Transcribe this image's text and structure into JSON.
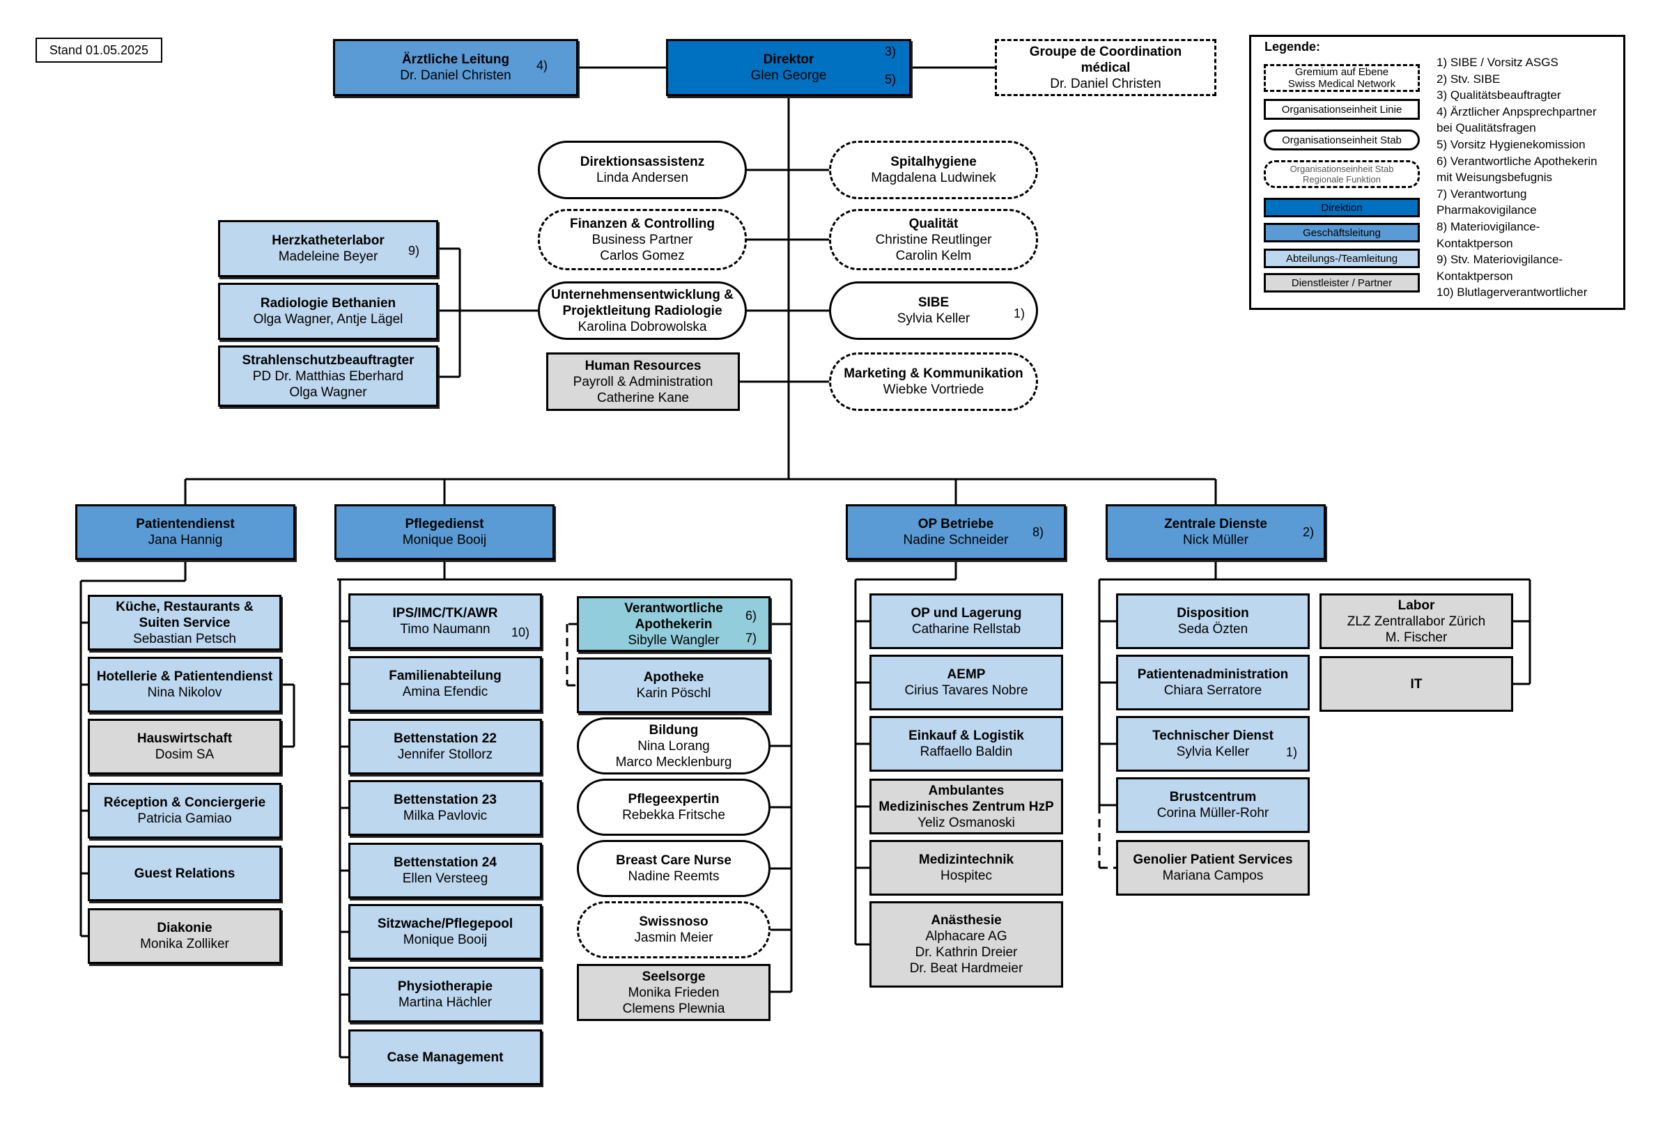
{
  "colors": {
    "direktion": "#0070C0",
    "geschaeftsleitung": "#5B9BD5",
    "abteilung": "#BDD7EE",
    "dienstleister": "#D9D9D9",
    "apotheke_head": "#92CDDC"
  },
  "stand": "Stand 01.05.2025",
  "top": {
    "aerztliche": {
      "title": "Ärztliche Leitung",
      "lines": [
        "Dr. Daniel Christen"
      ],
      "note": "4)"
    },
    "direktor": {
      "title": "Direktor",
      "lines": [
        "Glen George"
      ],
      "note1": "3)",
      "note2": "5)"
    },
    "groupe": {
      "title_lines": [
        "Groupe de Coordination",
        "médical"
      ],
      "lines": [
        "Dr. Daniel Christen"
      ]
    }
  },
  "staff": {
    "direktionsassistenz": {
      "title": "Direktionsassistenz",
      "lines": [
        "Linda Andersen"
      ]
    },
    "finanzen": {
      "title": "Finanzen & Controlling",
      "lines": [
        "Business Partner",
        "Carlos Gomez"
      ]
    },
    "unternehmensentwicklung": {
      "title_lines": [
        "Unternehmensentwicklung &",
        "Projektleitung Radiologie"
      ],
      "lines": [
        "Karolina Dobrowolska"
      ]
    },
    "hr": {
      "title": "Human Resources",
      "lines": [
        "Payroll & Administration",
        "Catherine Kane"
      ]
    },
    "spitalhygiene": {
      "title": "Spitalhygiene",
      "lines": [
        "Magdalena Ludwinek"
      ]
    },
    "qualitaet": {
      "title": "Qualität",
      "lines": [
        "Christine Reutlinger",
        "Carolin Kelm"
      ]
    },
    "sibe": {
      "title": "SIBE",
      "lines": [
        "Sylvia Keller"
      ],
      "note": "1)"
    },
    "marketing": {
      "title": "Marketing & Kommunikation",
      "lines": [
        "Wiebke Vortriede"
      ]
    }
  },
  "radiologie": {
    "herzkatheter": {
      "title": "Herzkatheterlabor",
      "lines": [
        "Madeleine Beyer"
      ],
      "note": "9)"
    },
    "bethanien": {
      "title": "Radiologie Bethanien",
      "lines": [
        "Olga Wagner, Antje Lägel"
      ]
    },
    "strahlenschutz": {
      "title": "Strahlenschutzbeauftragter",
      "lines": [
        "PD Dr. Matthias Eberhard",
        "Olga Wagner"
      ]
    }
  },
  "divisions": {
    "patientendienst": {
      "title": "Patientendienst",
      "lines": [
        "Jana Hannig"
      ]
    },
    "pflegedienst": {
      "title": "Pflegedienst",
      "lines": [
        "Monique Booij"
      ]
    },
    "op": {
      "title": "OP Betriebe",
      "lines": [
        "Nadine Schneider"
      ],
      "note": "8)"
    },
    "zentrale": {
      "title": "Zentrale Dienste",
      "lines": [
        "Nick Müller"
      ],
      "note": "2)"
    }
  },
  "patientendienst": [
    {
      "title_lines": [
        "Küche, Restaurants &",
        "Suiten Service"
      ],
      "lines": [
        "Sebastian Petsch"
      ]
    },
    {
      "title": "Hotellerie & Patientendienst",
      "lines": [
        "Nina Nikolov"
      ]
    },
    {
      "title": "Hauswirtschaft",
      "lines": [
        "Dosim SA"
      ]
    },
    {
      "title": "Réception & Conciergerie",
      "lines": [
        "Patricia Gamiao"
      ]
    },
    {
      "title": "Guest Relations",
      "lines": []
    },
    {
      "title": "Diakonie",
      "lines": [
        "Monika Zolliker"
      ]
    }
  ],
  "pflege_left": [
    {
      "title": "IPS/IMC/TK/AWR",
      "lines": [
        "Timo Naumann"
      ],
      "note": "10)"
    },
    {
      "title": "Familienabteilung",
      "lines": [
        "Amina Efendic"
      ]
    },
    {
      "title": "Bettenstation 22",
      "lines": [
        "Jennifer Stollorz"
      ]
    },
    {
      "title": "Bettenstation 23",
      "lines": [
        "Milka Pavlovic"
      ]
    },
    {
      "title": "Bettenstation 24",
      "lines": [
        "Ellen Versteeg"
      ]
    },
    {
      "title": "Sitzwache/Pflegepool",
      "lines": [
        "Monique Booij"
      ]
    },
    {
      "title": "Physiotherapie",
      "lines": [
        "Martina Hächler"
      ]
    },
    {
      "title": "Case Management",
      "lines": []
    }
  ],
  "pflege_right": [
    {
      "title_lines": [
        "Verantwortliche",
        "Apothekerin"
      ],
      "lines": [
        "Sibylle Wangler"
      ],
      "note1": "6)",
      "note2": "7)"
    },
    {
      "title": "Apotheke",
      "lines": [
        "Karin Pöschl"
      ]
    },
    {
      "title": "Bildung",
      "lines": [
        "Nina Lorang",
        "Marco Mecklenburg"
      ]
    },
    {
      "title": "Pflegeexpertin",
      "lines": [
        "Rebekka Fritsche"
      ]
    },
    {
      "title": "Breast Care Nurse",
      "lines": [
        "Nadine Reemts"
      ]
    },
    {
      "title": "Swissnoso",
      "lines": [
        "Jasmin Meier"
      ]
    },
    {
      "title": "Seelsorge",
      "lines": [
        "Monika Frieden",
        "Clemens Plewnia"
      ]
    }
  ],
  "op_items": [
    {
      "title": "OP und Lagerung",
      "lines": [
        "Catharine Rellstab"
      ]
    },
    {
      "title": "AEMP",
      "lines": [
        "Cirius Tavares Nobre"
      ]
    },
    {
      "title": "Einkauf & Logistik",
      "lines": [
        "Raffaello Baldin"
      ]
    },
    {
      "title_lines": [
        "Ambulantes",
        "Medizinisches Zentrum HzP"
      ],
      "lines": [
        "Yeliz Osmanoski"
      ]
    },
    {
      "title": "Medizintechnik",
      "lines": [
        "Hospitec"
      ]
    },
    {
      "title": "Anästhesie",
      "lines": [
        "Alphacare AG",
        "Dr. Kathrin Dreier",
        "Dr. Beat Hardmeier"
      ]
    }
  ],
  "zentrale_items": [
    {
      "title": "Disposition",
      "lines": [
        "Seda Özten"
      ]
    },
    {
      "title": "Patientenadministration",
      "lines": [
        "Chiara Serratore"
      ]
    },
    {
      "title": "Technischer Dienst",
      "lines": [
        "Sylvia Keller"
      ],
      "note": "1)"
    },
    {
      "title": "Brustcentrum",
      "lines": [
        "Corina Müller-Rohr"
      ]
    },
    {
      "title": "Genolier Patient Services",
      "lines": [
        "Mariana Campos"
      ]
    }
  ],
  "zentrale_right": [
    {
      "title": "Labor",
      "lines": [
        "ZLZ Zentrallabor Zürich",
        "M. Fischer"
      ]
    },
    {
      "title": "IT",
      "lines": []
    }
  ],
  "legend": {
    "title": "Legende:",
    "items": [
      {
        "label_lines": [
          "Gremium auf Ebene",
          "Swiss Medical Network"
        ]
      },
      {
        "label_lines": [
          "Organisationseinheit Linie"
        ]
      },
      {
        "label_lines": [
          "Organisationseinheit Stab"
        ]
      },
      {
        "label_lines": [
          "Organisationseinheit Stab",
          "Regionale Funktion"
        ]
      },
      {
        "label_lines": [
          "Direktion"
        ]
      },
      {
        "label_lines": [
          "Geschäftsleitung"
        ]
      },
      {
        "label_lines": [
          "Abteilungs-/Teamleitung"
        ]
      },
      {
        "label_lines": [
          "Dienstleister / Partner"
        ]
      }
    ],
    "notes": [
      "1) SIBE / Vorsitz ASGS",
      "2) Stv. SIBE",
      "3) Qualitätsbeauftragter",
      "4) Ärztlicher Anpsprechpartner",
      "bei Qualitätsfragen",
      "5) Vorsitz Hygienekomission",
      "6) Verantwortliche Apothekerin",
      "mit Weisungsbefugnis",
      "7) Verantwortung",
      "Pharmakovigilance",
      "8) Materiovigilance-",
      "Kontaktperson",
      "9) Stv. Materiovigilance-",
      "Kontaktperson",
      "10) Blutlagerverantwortlicher"
    ]
  }
}
